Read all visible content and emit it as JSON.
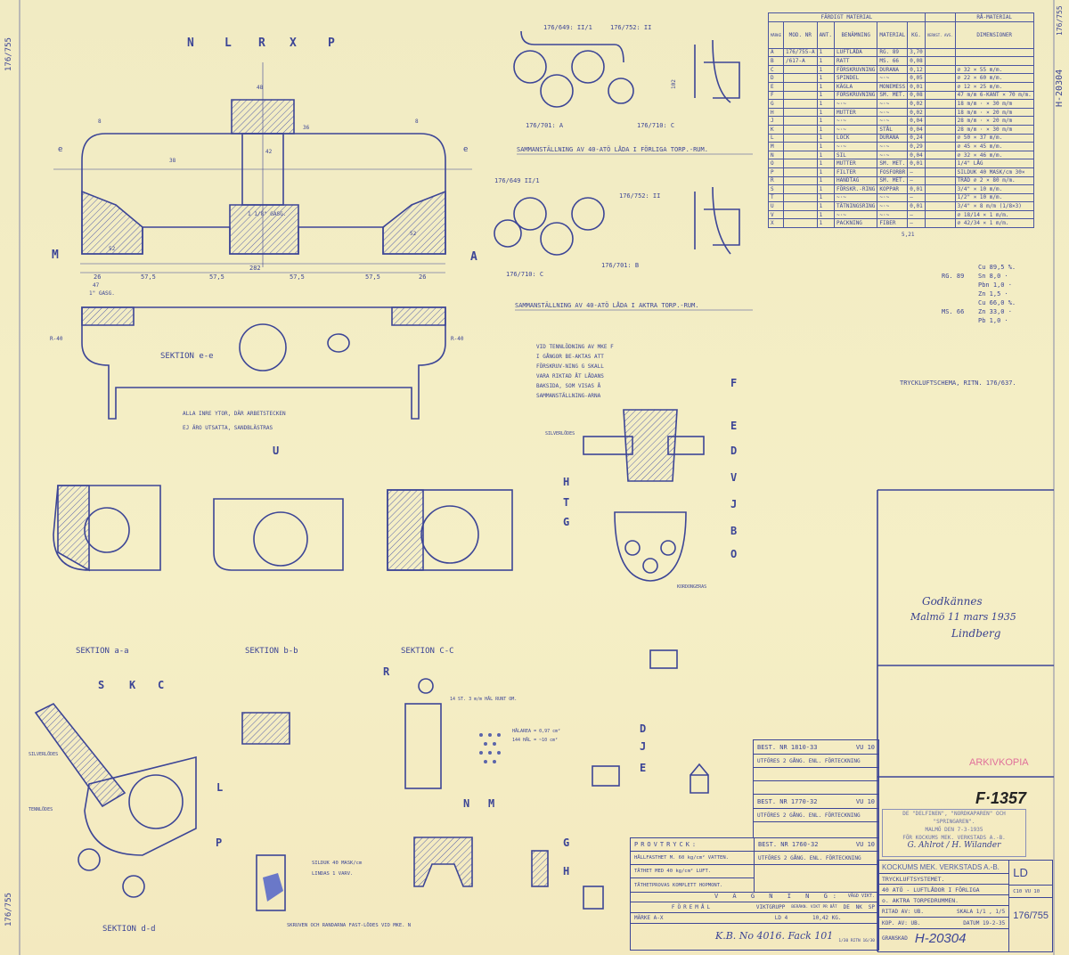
{
  "drawing_number": "H-20304",
  "sheet_ref": "176/755",
  "section_letters_top": [
    "N",
    "L",
    "R",
    "X",
    "P"
  ],
  "callouts": {
    "M": "M",
    "A": "A",
    "F": "F",
    "E": "E",
    "D": "D",
    "V": "V",
    "J": "J",
    "B": "B",
    "O": "O",
    "H": "H",
    "T": "T",
    "G": "G",
    "U": "U",
    "S": "S",
    "K": "K",
    "C": "C",
    "L": "L",
    "R": "R",
    "N": "N",
    "P": "P"
  },
  "views": {
    "section_ee": "SEKTION e-e",
    "section_aa": "SEKTION a-a",
    "section_bb": "SEKTION b-b",
    "section_cc": "SEKTION C-C",
    "section_dd": "SEKTION d-d",
    "assembly_fore": "SAMMANSTÄLLNING AV 40-ATÖ LÅDA I FÖRLIGA TORP.-RUM.",
    "assembly_aft": "SAMMANSTÄLLNING AV 40-ATÖ LÅDA I AKTRA TORP.-RUM."
  },
  "assembly_refs": [
    "176/649: II/1",
    "176/752: II",
    "176/701: A",
    "176/710: C",
    "176/649 II/1",
    "176/752: II",
    "176/701: B",
    "176/710: C",
    "102"
  ],
  "dimensions_top": [
    "26",
    "57,5",
    "57,5",
    "57,5",
    "57,5",
    "26",
    "282",
    "47",
    "1\" GASG.",
    "R-40",
    "R-40",
    "8",
    "8",
    "48",
    "42",
    "38",
    "1 1/8\" GASG.",
    "52",
    "52",
    "36"
  ],
  "notes": {
    "sandblast": "ALLA INRE YTOR, DÄR ARBETSTECKEN",
    "sandblast2": "EJ ÄRO UTSATTA, SANDBLÄSTRAS",
    "tinning": "VID TENNLÖDNING AV MKE F I GÅNGOR BE-AKTAS ATT FÖRSKRUV-NING G SKALL VARA RIKTAD ÅT LÅDANS BAKSIDA, SOM VISAS Å SAMMANSTÄLLNING-ARNA",
    "holes": "14 ST. 3 m/m HÅL RUNT OM.",
    "holes_area": "HÅLAREA = 0,97 cm²",
    "holes_count": "144 HÅL = ~10 cm²",
    "silduk": "SILDUK 40 MASK/cm",
    "lindas": "LINDAS 1 VARV.",
    "skruv": "SKRUVEN OCH RANDARNA FAST-LÖDES VID MKE. N",
    "silverlod": "SILVERLÖDES",
    "tennlod": "TENNLÖDES",
    "kordong": "KORDONGERAS",
    "schema": "TRYCKLUFTSCHEMA, RITN. 176/637."
  },
  "parts_table": {
    "group_finished": "FÄRDIGT MATERIAL",
    "group_raw": "RÅ-MATERIAL",
    "headers": [
      "MÄRKE",
      "MOD. NR",
      "ANT.",
      "BENÄMNING",
      "MATERIAL",
      "KG.",
      "VERKST. AVS.",
      "DIMENSIONER"
    ],
    "rows": [
      [
        "A",
        "176/755-A",
        "1",
        "LUFTLÅDA",
        "RG. 89",
        "3,70",
        "",
        ""
      ],
      [
        "B",
        "/617-A",
        "1",
        "RATT",
        "MS. 66",
        "0,08",
        "",
        ""
      ],
      [
        "C",
        "",
        "1",
        "FÖRSKRUVNING",
        "DURANA",
        "0,12",
        "",
        "⌀ 32 × 55 m/m."
      ],
      [
        "D",
        "",
        "1",
        "SPINDEL",
        "~·~",
        "0,05",
        "",
        "⌀ 22 × 60 m/m."
      ],
      [
        "E",
        "",
        "1",
        "KÄGLA",
        "MONEMESS",
        "0,01",
        "",
        "⌀ 12 × 25 m/m."
      ],
      [
        "F",
        "",
        "1",
        "FÖRSKRUVNING",
        "SM. MET.",
        "0,08",
        "",
        "47 m/m 6-KANT × 70 m/m."
      ],
      [
        "G",
        "",
        "1",
        "~·~",
        "~·~",
        "0,02",
        "",
        "18 m/m  ·  × 30 m/m"
      ],
      [
        "H",
        "",
        "1",
        "MUTTER",
        "~·~",
        "0,02",
        "",
        "18 m/m  ·  × 20 m/m"
      ],
      [
        "J",
        "",
        "1",
        "~·~",
        "~·~",
        "0,04",
        "",
        "28 m/m  ·  × 20 m/m"
      ],
      [
        "K",
        "",
        "1",
        "~·~",
        "STÅL",
        "0,04",
        "",
        "28 m/m  ·  × 30 m/m"
      ],
      [
        "L",
        "",
        "1",
        "LOCK",
        "DURANA",
        "0,24",
        "",
        "⌀ 50 × 37 m/m."
      ],
      [
        "M",
        "",
        "1",
        "~·~",
        "~·~",
        "0,29",
        "",
        "⌀ 45 × 45 m/m."
      ],
      [
        "N",
        "",
        "1",
        "SIL",
        "~·~",
        "0,04",
        "",
        "⌀ 32 × 46 m/m."
      ],
      [
        "O",
        "",
        "1",
        "MUTTER",
        "SM. MET.",
        "0,01",
        "",
        "1/4\" LÅG"
      ],
      [
        "P",
        "",
        "1",
        "FILTER",
        "FOSFORBR",
        "—",
        "",
        "SILDUK 40 MASK/cm 30×"
      ],
      [
        "R",
        "",
        "1",
        "HANDTAG",
        "SM. MET.",
        "—",
        "",
        "TRÅD ⌀ 2 × 80 m/m."
      ],
      [
        "S",
        "",
        "1",
        "FÖRSKR.-RING",
        "KOPPAR",
        "0,01",
        "",
        "3/4\" × 10 m/m."
      ],
      [
        "T",
        "",
        "1",
        "~·~",
        "~·~",
        "—",
        "",
        "1/2\" × 10 m/m."
      ],
      [
        "U",
        "",
        "1",
        "TÄTNINGSRING",
        "~·~",
        "0,01",
        "",
        "3/4\" × 8 m/m (1/8×3)"
      ],
      [
        "V",
        "",
        "1",
        "~·~",
        "~·~",
        "—",
        "",
        "⌀ 18/14 × 1 m/m."
      ],
      [
        "X",
        "",
        "1",
        "PACKNING",
        "FIBER",
        "—",
        "",
        "⌀ 42/34 × 1 m/m."
      ]
    ],
    "total_kg": "5,21"
  },
  "alloys": {
    "rg89": {
      "name": "RG. 89",
      "lines": [
        "Cu  89,5 %.",
        "Sn   8,0  ·",
        "Pbn  1,0  ·",
        "Zn   1,5  ·"
      ]
    },
    "ms66": {
      "name": "MS. 66",
      "lines": [
        "Cu  66,0 %.",
        "Zn  33,0  ·",
        "Pb   1,0  ·"
      ]
    }
  },
  "approval": {
    "line1": "Godkännes",
    "line2": "Malmö 11 mars 1935",
    "signature": "Lindberg"
  },
  "archive_stamp": "ARKIVKOPIA",
  "f_number": "F·1357",
  "stamp": {
    "line1": "DE \"DELFINEN\", \"NORDKAPAREN\" OCH",
    "line2": "\"SPRINGAREN\".",
    "line3": "MALMÖ DEN 7-3-1935",
    "line4": "FÖR KOCKUMS MEK. VERKSTADS A.-B.",
    "signature": "G. Ahlrot / H. Wilander"
  },
  "orders": [
    {
      "best": "BEST. NR 1810-33",
      "code": "VU 10",
      "note": "UTFÖRES 2 GÅNG. ENL. FÖRTECKNING"
    },
    {
      "best": "BEST. NR 1770-32",
      "code": "VU 10",
      "note": "UTFÖRES 2 GÅNG. ENL. FÖRTECKNING"
    },
    {
      "best": "BEST. NR 1760-32",
      "code": "VU 10",
      "note": "UTFÖRES 2 GÅNG. ENL. FÖRTECKNING"
    }
  ],
  "provtryck": {
    "title": "PROVTRYCK:",
    "l1": "HÅLLFASTHET M. 60 kg/cm² VATTEN.",
    "l2": "TÄTHET MED 40 kg/cm² LUFT.",
    "l3": "TÄTHETPROVAS KOMPLETT HOPMONT."
  },
  "vagning": {
    "title": "V Ä G N I N G:",
    "vagd": "VÄGD VIKT.",
    "foremal": "FÖREMÅL",
    "viktgrupp": "VIKTGRUPP",
    "beraknad": "BERÄKN. VIKT PR BÅT",
    "de": "DE",
    "nk": "NK",
    "sp": "SP",
    "item": "MÄRKE A-X",
    "group": "LD 4",
    "weight": "10,42 KG.",
    "handwritten": "K.B. No 4016. Fack 101",
    "small": "1/30 RITN 16/30"
  },
  "title_block": {
    "company": "KOCKUMS MEK. VERKSTADS A.-B.",
    "t1": "TRYCKLUFTSYSTEMET.",
    "t2": "40 ATÖ - LUFTLÅDOR I FÖRLIGA",
    "t3": "o. AKTRA TORPEDRUMMEN.",
    "ritad": "RITAD AV: UB.",
    "kop": "KOP. AV: UB.",
    "granskad": "GRANSKAD",
    "skala": "SKALA 1/1 , 1/5",
    "datum": "DATUM 19-2-35",
    "group": "LD",
    "code": "C10 VU 10",
    "sheet": "176/755",
    "number": "H-20304"
  }
}
